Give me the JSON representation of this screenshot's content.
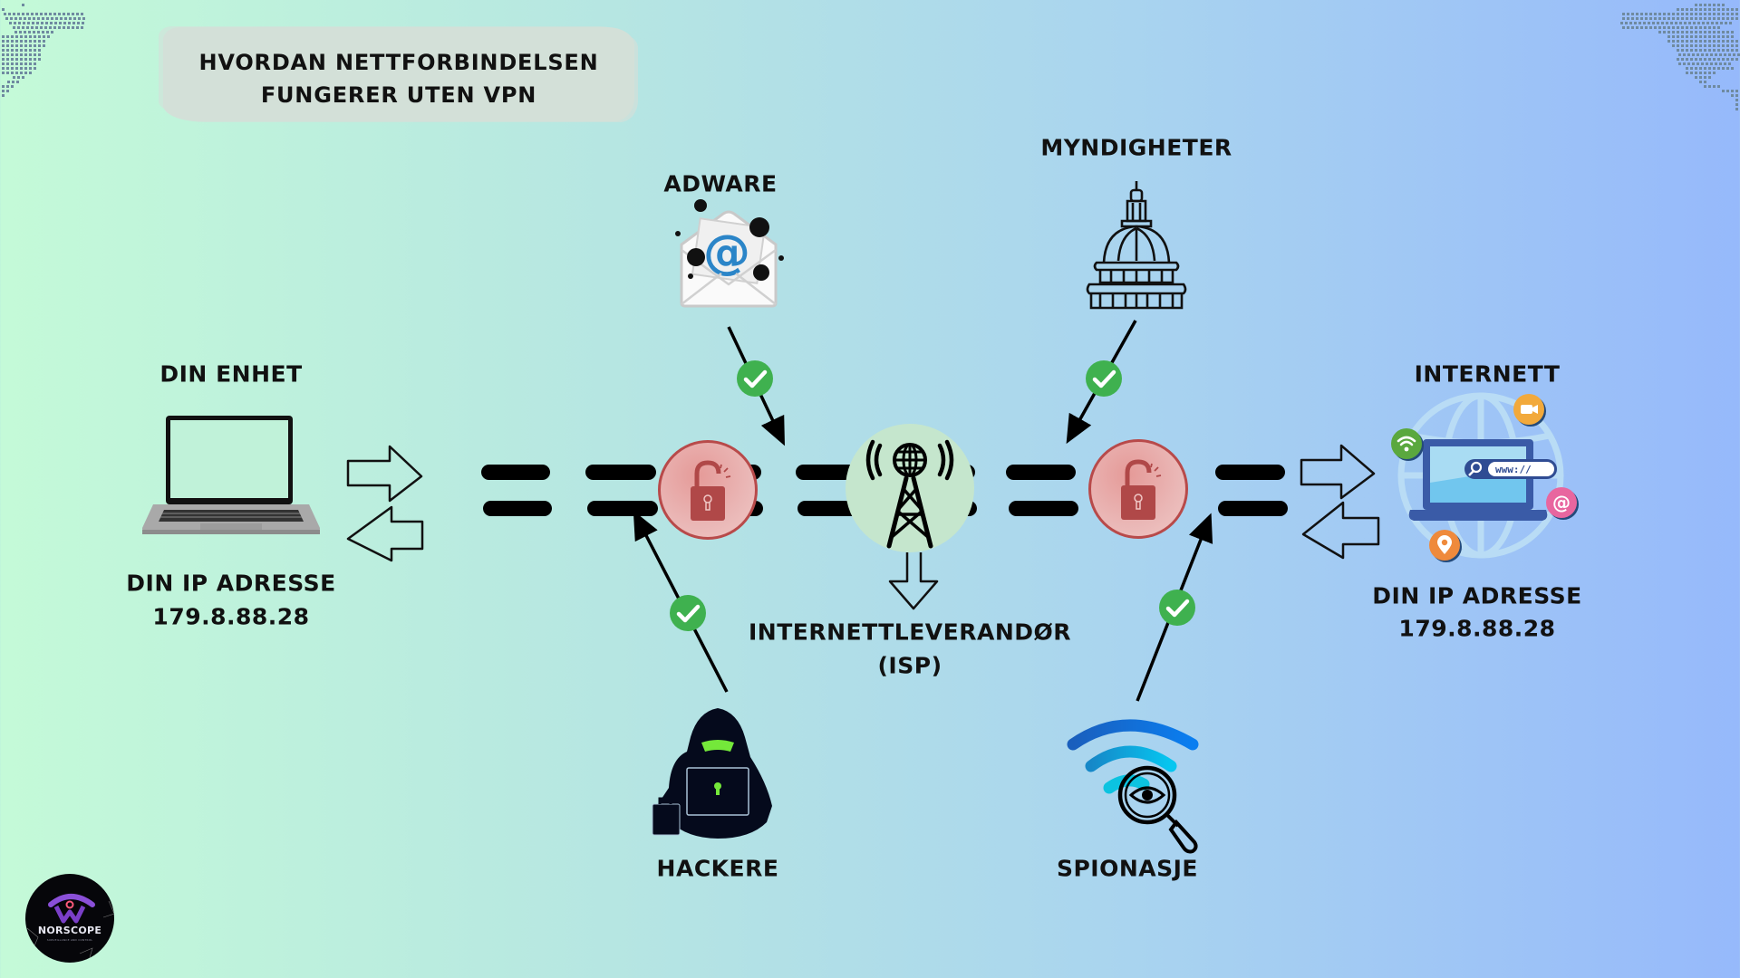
{
  "title": {
    "line1": "HVORDAN NETTFORBINDELSEN",
    "line2": "FUNGERER UTEN VPN"
  },
  "nodes": {
    "device": {
      "label": "DIN ENHET",
      "ip_label": "DIN IP ADRESSE",
      "ip_value": "179.8.88.28",
      "icon": "laptop-icon"
    },
    "isp": {
      "label_line1": "INTERNETTLEVERANDØR",
      "label_line2": "(ISP)",
      "icon": "cell-tower-icon"
    },
    "internet": {
      "label": "INTERNETT",
      "ip_label": "DIN IP ADRESSE",
      "ip_value": "179.8.88.28",
      "icon": "globe-laptop-icon",
      "url_text": "www://",
      "badges": [
        "wifi-icon",
        "video-camera-icon",
        "at-sign-icon",
        "location-pin-icon"
      ]
    }
  },
  "threats": [
    {
      "label": "ADWARE",
      "icon": "infected-email-icon",
      "position": "top-left",
      "access": "allowed"
    },
    {
      "label": "MYNDIGHETER",
      "icon": "capitol-dome-icon",
      "position": "top-right",
      "access": "allowed"
    },
    {
      "label": "HACKERE",
      "icon": "hacker-icon",
      "position": "bottom-left",
      "access": "allowed"
    },
    {
      "label": "SPIONASJE",
      "icon": "spy-wifi-magnifier-icon",
      "position": "bottom-right",
      "access": "allowed"
    }
  ],
  "connection": {
    "status": "unencrypted",
    "lock_icon": "unlocked-padlock-icon",
    "lock_count": 2
  },
  "colors": {
    "check_green": "#3fb14f",
    "lock_red": "#b84a4a",
    "lock_fill": "#eab7b6",
    "isp_circle": "#c5e6cd",
    "title_bg": "#d3e0d8",
    "bg_left": "#c4fad8",
    "bg_right": "#96b9fb"
  },
  "logo": {
    "name": "NORSCOPE",
    "tagline": "SURVEILLANCE AND CONTROL"
  }
}
